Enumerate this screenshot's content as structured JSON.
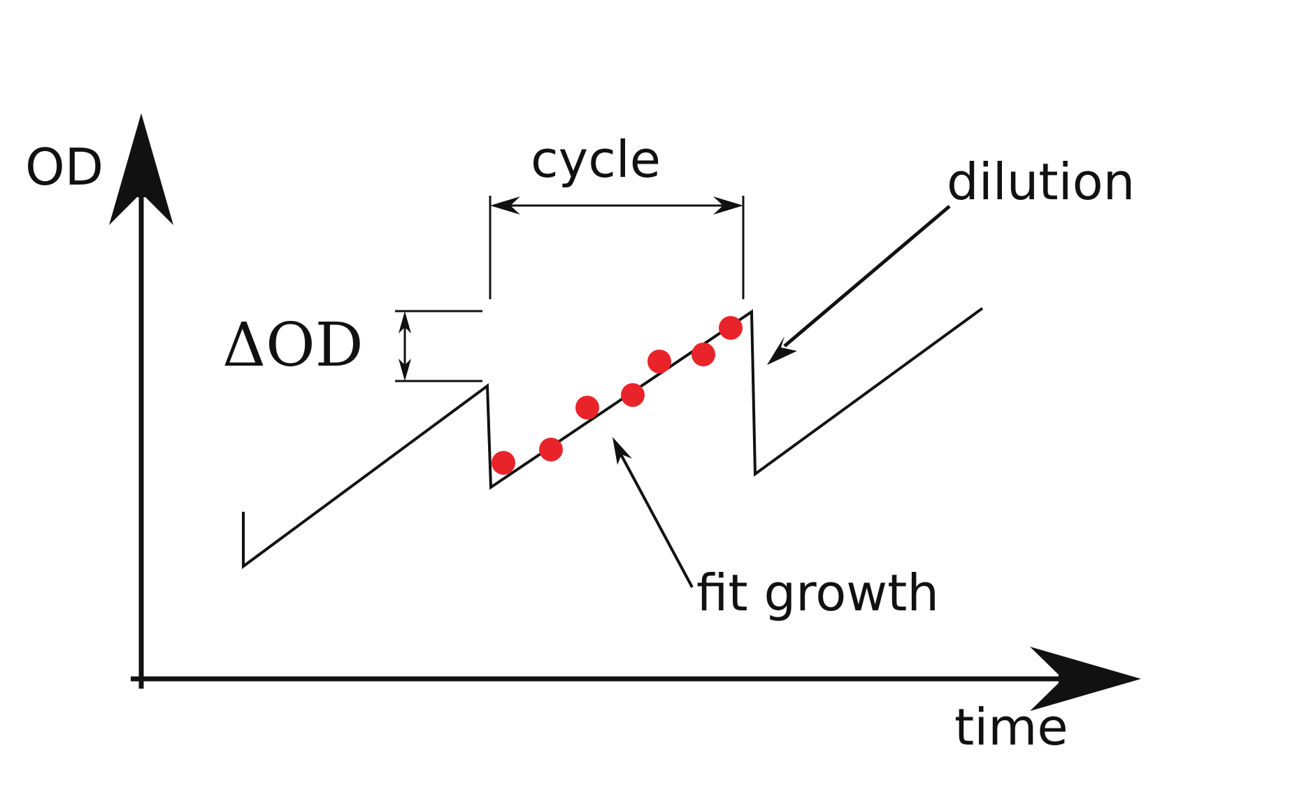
{
  "axes": {
    "y_label": "OD",
    "x_label": "time"
  },
  "annotations": {
    "cycle": "cycle",
    "delta_od": "ΔOD",
    "dilution": "dilution",
    "fit_growth": "fit growth"
  },
  "colors": {
    "ink": "#111111",
    "data_points": "#e8242a"
  }
}
